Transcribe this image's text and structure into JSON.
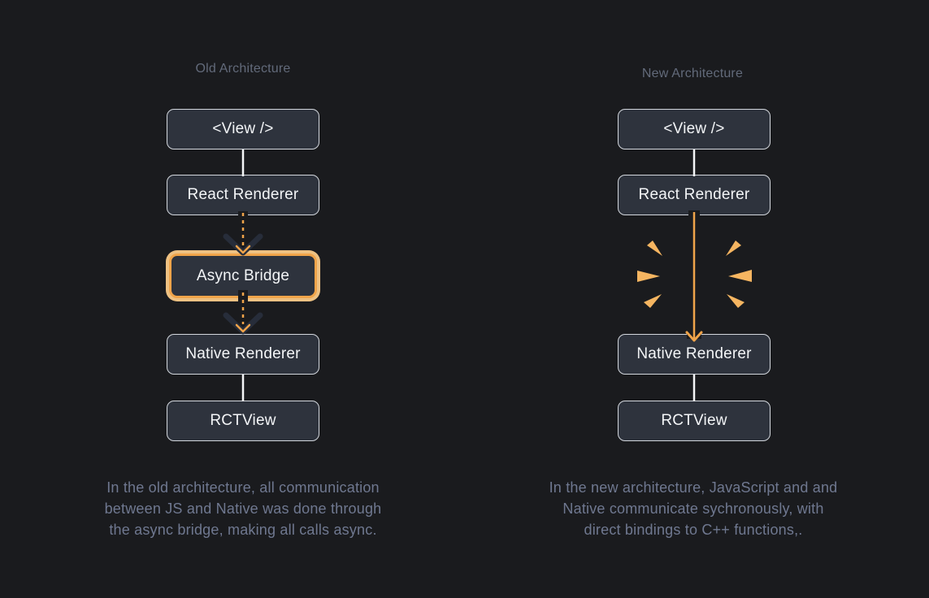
{
  "old": {
    "title": "Old Architecture",
    "nodes": [
      "<View />",
      "React Renderer",
      "Async Bridge",
      "Native Renderer",
      "RCTView"
    ],
    "highlighted_node": "Async Bridge",
    "caption_lines": [
      "In the old architecture, all communication",
      "between JS and Native was done through",
      "the async bridge, making all calls async."
    ]
  },
  "new": {
    "title": "New Architecture",
    "nodes": [
      "<View />",
      "React Renderer",
      "Native Renderer",
      "RCTView"
    ],
    "caption_lines": [
      "In the new architecture, JavaScript and and",
      "Native communicate sychronously, with",
      "direct bindings to C++ functions,."
    ]
  },
  "colors": {
    "background": "#1a1b1e",
    "node_fill": "#2e333d",
    "node_border": "#d3d7dd",
    "node_text": "#f3f5f7",
    "title_text": "#626a7a",
    "caption_text": "#6f7890",
    "accent_orange": "#f0a44a",
    "highlight_ring": "#eec182",
    "spark_orange": "#f5b561",
    "chevron_dark": "#272d3a",
    "connector_white": "#f5f6f8"
  }
}
